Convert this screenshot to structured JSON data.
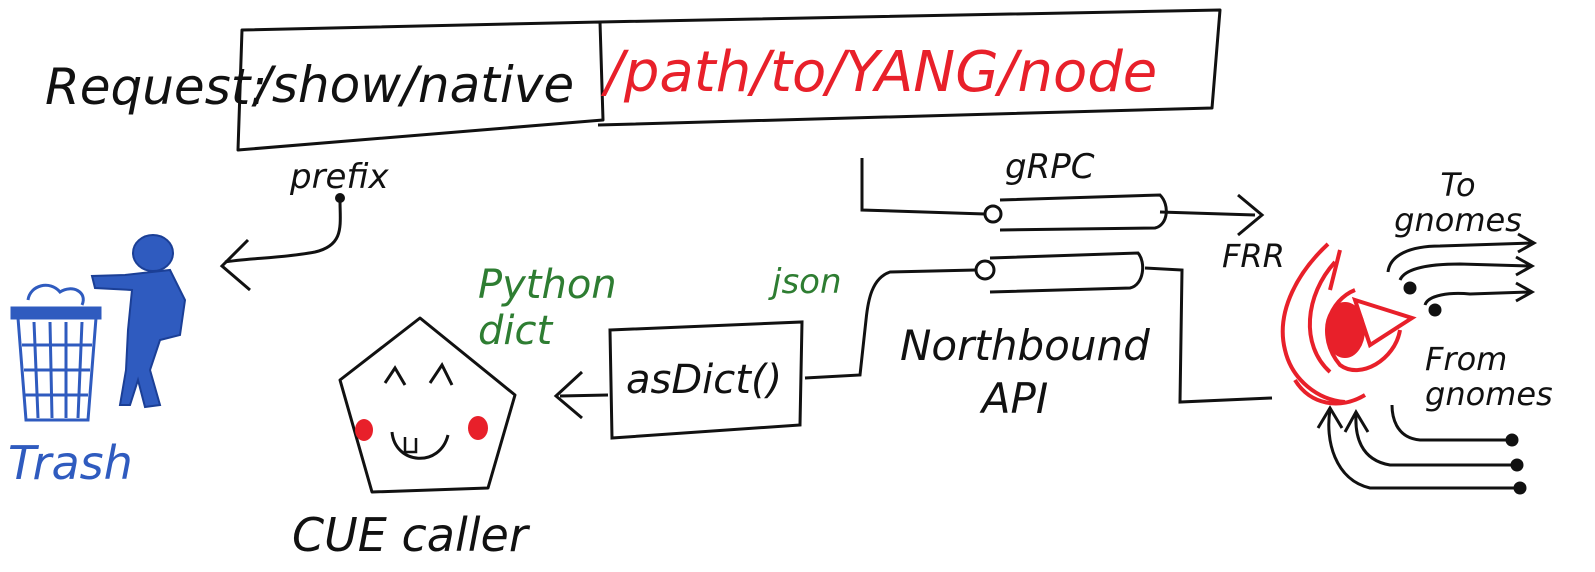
{
  "request": {
    "label": "Request:",
    "prefix_path": "/show/native",
    "yang_path": "/path/to/YANG/node"
  },
  "labels": {
    "prefix": "prefix",
    "trash": "Trash",
    "grpc": "gRPC",
    "frr": "FRR",
    "to_gnomes": "To gnomes",
    "from_gnomes": "From gnomes",
    "json": "json",
    "python_dict": "Python dict",
    "as_dict": "asDict()",
    "northbound_api": "Northbound API",
    "cue_caller": "CUE caller"
  },
  "colors": {
    "ink": "#111111",
    "red": "#e8202a",
    "green": "#2e7d32",
    "blue": "#2f5bbf"
  },
  "icons": {
    "trash": "trash-can-icon",
    "person": "person-icon",
    "caller": "pentagon-face-icon",
    "frr": "frr-swirl-icon"
  }
}
